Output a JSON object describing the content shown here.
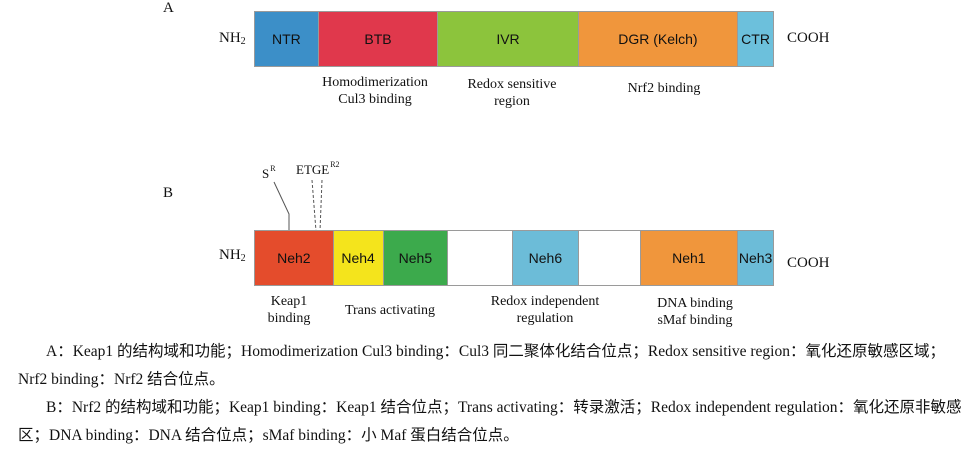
{
  "panel_a": {
    "label": "A",
    "n_term": "NH",
    "n_term_sub": "2",
    "c_term": "COOH",
    "domains": [
      {
        "name": "NTR",
        "color": "#3c8fc8"
      },
      {
        "name": "BTB",
        "color": "#e0384c"
      },
      {
        "name": "IVR",
        "color": "#8cc43c"
      },
      {
        "name": "DGR (Kelch)",
        "color": "#f0963c"
      },
      {
        "name": "CTR",
        "color": "#6cc0dc"
      }
    ],
    "annotations": [
      {
        "line1": "Homodimerization",
        "line2": "Cul3 binding"
      },
      {
        "line1": "Redox sensitive",
        "line2": "region"
      },
      {
        "line1": "Nrf2 binding",
        "line2": ""
      }
    ]
  },
  "panel_b": {
    "label": "B",
    "n_term": "NH",
    "n_term_sub": "2",
    "c_term": "COOH",
    "sites": [
      {
        "name": "S",
        "sup": "R"
      },
      {
        "name": "ETGE",
        "sup": "R2"
      }
    ],
    "domains": [
      {
        "name": "Neh2",
        "color": "#e44c2c"
      },
      {
        "name": "Neh4",
        "color": "#f4e41c"
      },
      {
        "name": "Neh5",
        "color": "#3caa4c"
      },
      {
        "name": "",
        "color": "#ffffff"
      },
      {
        "name": "Neh6",
        "color": "#6cbcd8"
      },
      {
        "name": "",
        "color": "#ffffff"
      },
      {
        "name": "Neh1",
        "color": "#f0963c"
      },
      {
        "name": "Neh3",
        "color": "#6cbcd8"
      }
    ],
    "annotations": [
      {
        "line1": "Keap1",
        "line2": "binding"
      },
      {
        "line1": "Trans activating",
        "line2": ""
      },
      {
        "line1": "Redox independent",
        "line2": "regulation"
      },
      {
        "line1": "DNA binding",
        "line2": "sMaf binding"
      }
    ]
  },
  "caption": {
    "a": "A：Keap1 的结构域和功能；Homodimerization Cul3 binding：Cul3 同二聚体化结合位点；Redox sensitive region：氧化还原敏感区域；Nrf2 binding：Nrf2 结合位点。",
    "b": "B：Nrf2 的结构域和功能；Keap1 binding：Keap1 结合位点；Trans activating：转录激活；Redox independent regulation：氧化还原非敏感区；DNA binding：DNA 结合位点；sMaf binding：小 Maf 蛋白结合位点。"
  }
}
